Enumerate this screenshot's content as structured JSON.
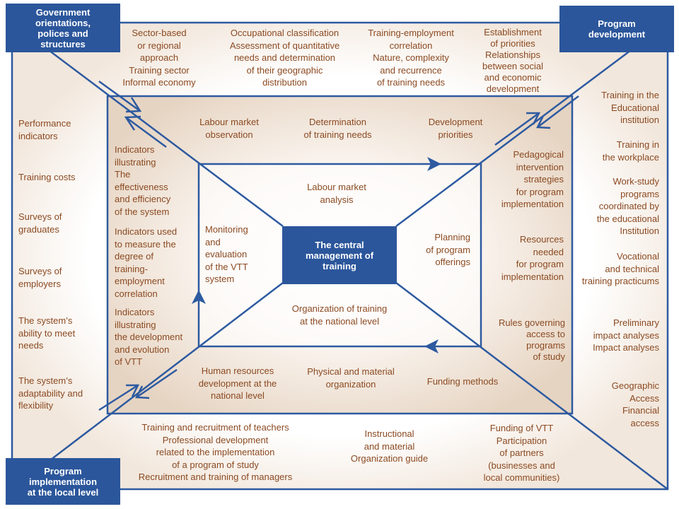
{
  "corner_boxes": {
    "top_left": "Government\norientations,\npolices and\nstructures",
    "top_right": "Program\ndevelopment",
    "bottom_left": "Program\nimplementation\nat the local level",
    "center": "The central\nmanagement of\ntraining"
  },
  "top_outer": {
    "sector": "Sector-based\nor regional\napproach\nTraining sector\nInformal economy",
    "occupational": "Occupational classification\nAssessment of quantitative\nneeds and determination\nof their geographic\ndistribution",
    "training_employment": "Training-employment\ncorrelation\nNature, complexity\nand recurrence\nof training needs",
    "establishment": "Establishment\nof priorities\nRelationships\nbetween social\nand economic\ndevelopment"
  },
  "top_inner": {
    "labour_obs": "Labour market\nobservation",
    "determination": "Determination\nof training needs",
    "dev_priorities": "Development\npriorities"
  },
  "center_labels": {
    "labour_analysis": "Labour market\nanalysis",
    "monitoring": "Monitoring\nand\nevaluation\nof the VTT\nsystem",
    "planning": "Planning\nof program\nofferings",
    "organization": "Organization of training\nat the national level"
  },
  "left_outer": {
    "performance": "Performance\nindicators",
    "costs": "Training costs",
    "graduates": "Surveys of\ngraduates",
    "employers": "Surveys of\nemployers",
    "ability": "The system’s\nability to meet\nneeds",
    "adaptability": "The system’s\nadaptability and\nflexibility"
  },
  "left_inner": {
    "effectiveness": "Indicators\nillustrating\nThe\neffectiveness\nand efficiency\nof the system",
    "measure": "Indicators used\nto measure the\ndegree of\ntraining-\nemployment\ncorrelation",
    "evolution": "Indicators\nillustrating\nthe development\nand evolution\nof VTT"
  },
  "right_inner": {
    "pedagogical": "Pedagogical\nintervention\nstrategies\nfor program\nimplementation",
    "resources": "Resources\nneeded\nfor program\nimplementation",
    "rules": "Rules governing\naccess to\nprograms\nof study"
  },
  "right_outer": {
    "educational": "Training in the\nEducational\ninstitution",
    "workplace": "Training in\nthe workplace",
    "work_study": "Work-study\nprograms\ncoordinated by\nthe educational\nInstitution",
    "vocational": "Vocational\nand technical\ntraining practicums",
    "impact": "Preliminary\nimpact analyses\nImpact analyses",
    "geographic": "Geographic\nAccess\nFinancial\naccess"
  },
  "bottom_inner": {
    "human": "Human resources\ndevelopment at the\nnational level",
    "physical": "Physical and material\norganization",
    "funding": "Funding methods"
  },
  "bottom_outer": {
    "teachers": "Training and recruitment of teachers\nProfessional development\nrelated to the implementation\nof a program of study\nRecruitment and training of managers",
    "instructional": "Instructional\nand material\nOrganization guide",
    "funding_vtt": "Funding of VTT\nParticipation\nof partners\n(businesses and\nlocal communities)"
  },
  "colors": {
    "box_fill": "#2b569b",
    "line": "#2d5aa0",
    "text": "#8b4a22",
    "glow": "#e8d7c6"
  }
}
